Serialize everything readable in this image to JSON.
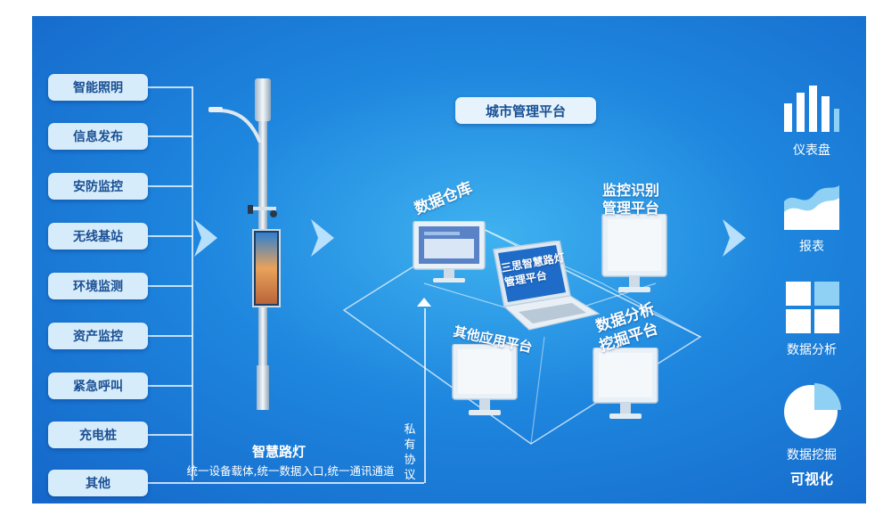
{
  "left_items": [
    {
      "label": "智能照明"
    },
    {
      "label": "信息发布"
    },
    {
      "label": "安防监控"
    },
    {
      "label": "无线基站"
    },
    {
      "label": "环境监测"
    },
    {
      "label": "资产监控"
    },
    {
      "label": "紧急呼叫"
    },
    {
      "label": "充电桩"
    },
    {
      "label": "其他"
    }
  ],
  "pole": {
    "title": "智慧路灯",
    "subtitle": "统一设备载体,统一数据入口,统一通讯通道"
  },
  "protocol_label": "私有协议",
  "platform": {
    "title": "城市管理平台",
    "nodes": {
      "data_warehouse": "数据仓库",
      "monitor_line1": "监控识别",
      "monitor_line2": "管理平台",
      "laptop_line1": "三思智慧路灯",
      "laptop_line2": "管理平台",
      "other_apps": "其他应用平台",
      "analysis_line1": "数据分析",
      "analysis_line2": "挖掘平台"
    }
  },
  "outputs": [
    {
      "label": "仪表盘",
      "icon": "bar-chart-icon"
    },
    {
      "label": "报表",
      "icon": "area-chart-icon"
    },
    {
      "label": "数据分析",
      "icon": "grid-icon"
    },
    {
      "label": "数据挖掘",
      "icon": "pie-chart-icon"
    }
  ],
  "visualization_label": "可视化",
  "colors": {
    "background": "#1e86de",
    "pill_bg": "#d6ecfb",
    "pill_text": "#1a4f93",
    "arrow": "#bfe6ff"
  }
}
